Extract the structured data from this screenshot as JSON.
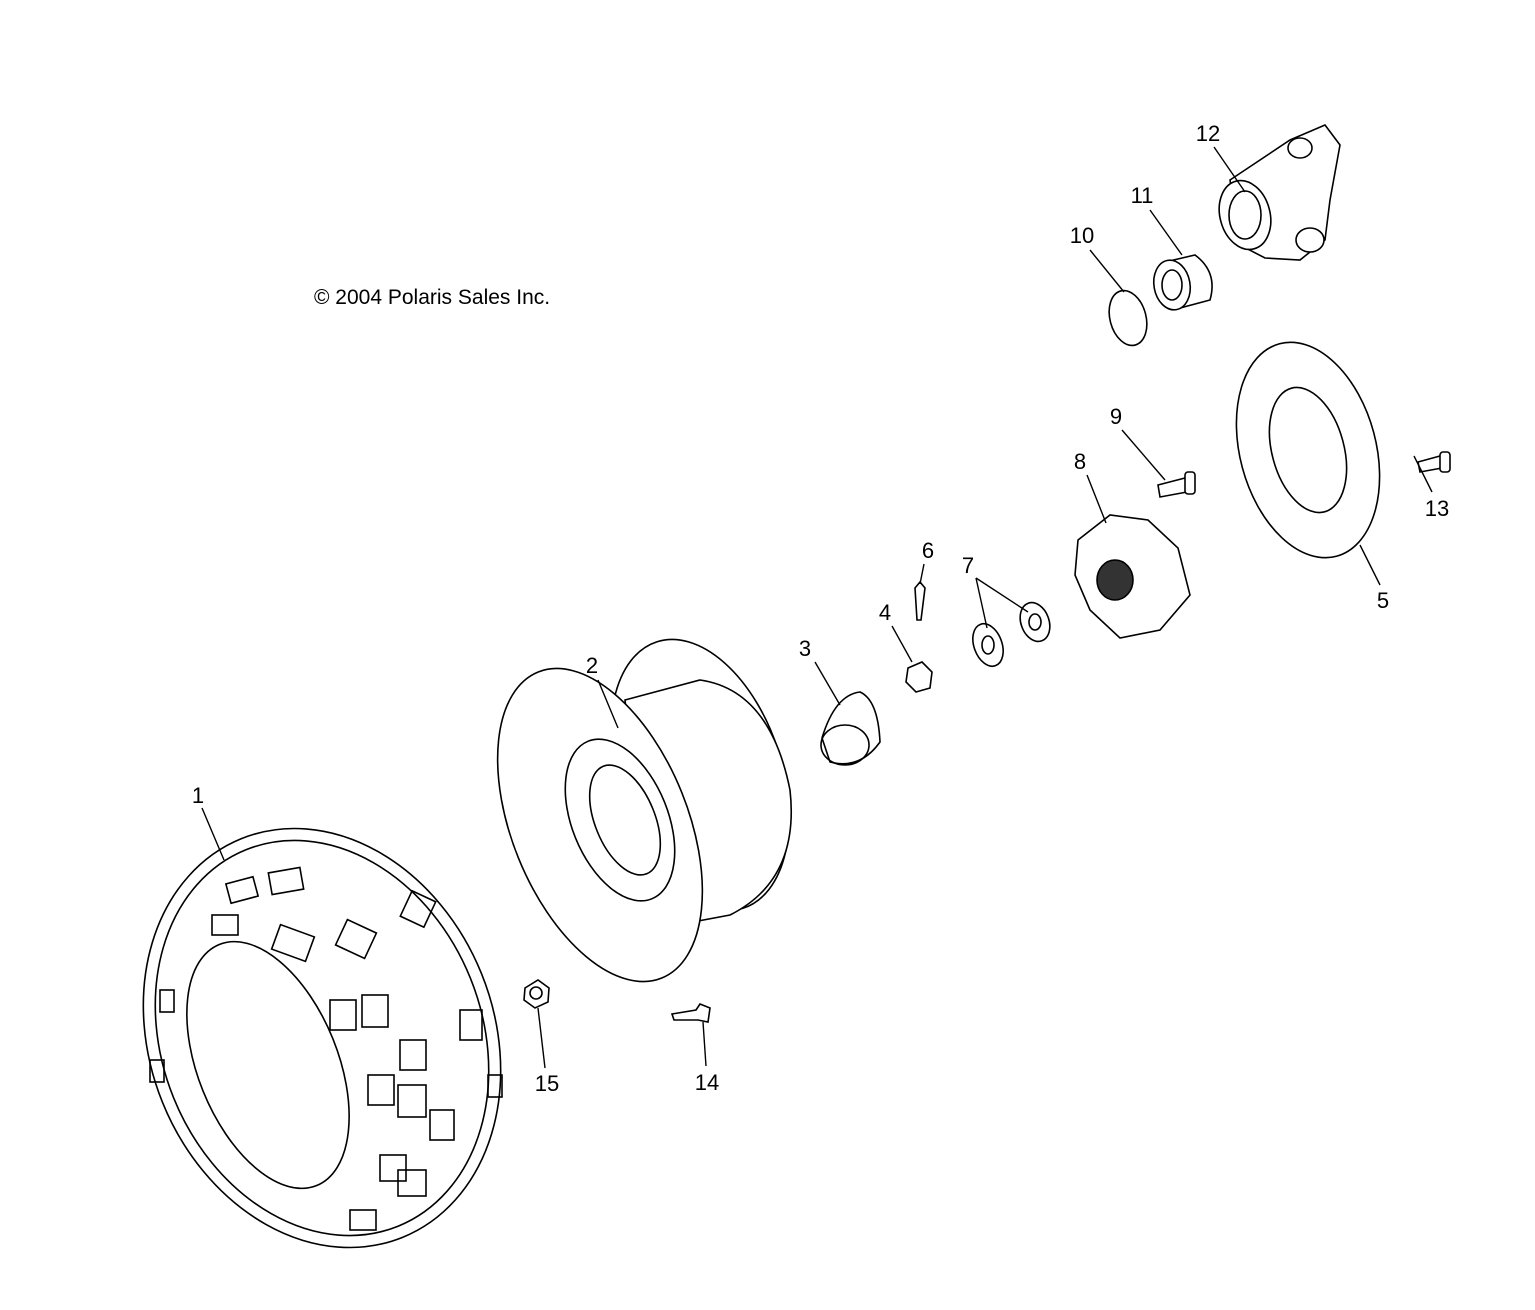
{
  "copyright": "© 2004 Polaris Sales Inc.",
  "callouts": [
    {
      "id": "1",
      "part": "tire"
    },
    {
      "id": "2",
      "part": "wheel"
    },
    {
      "id": "3",
      "part": "hub-cap"
    },
    {
      "id": "4",
      "part": "castle-nut"
    },
    {
      "id": "5",
      "part": "brake-disc"
    },
    {
      "id": "6",
      "part": "cotter-pin"
    },
    {
      "id": "7",
      "part": "washers"
    },
    {
      "id": "8",
      "part": "wheel-hub"
    },
    {
      "id": "9",
      "part": "hub-bolt"
    },
    {
      "id": "10",
      "part": "retaining-ring"
    },
    {
      "id": "11",
      "part": "bearing"
    },
    {
      "id": "12",
      "part": "bearing-carrier"
    },
    {
      "id": "13",
      "part": "disc-bolt"
    },
    {
      "id": "14",
      "part": "valve-stem"
    },
    {
      "id": "15",
      "part": "lug-nut"
    }
  ]
}
